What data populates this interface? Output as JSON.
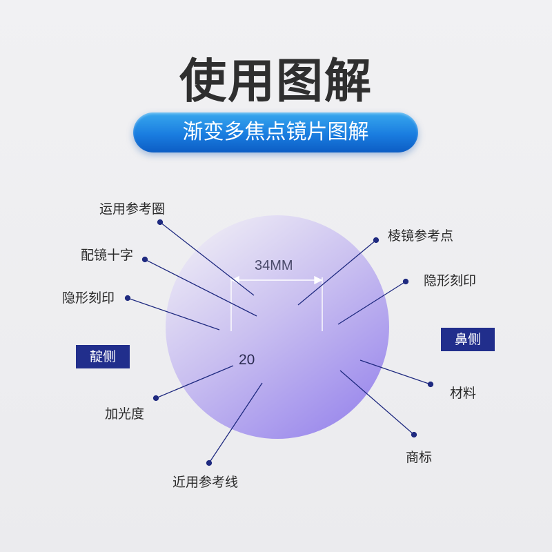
{
  "title": "使用图解",
  "subtitle": "渐变多焦点镜片图解",
  "lens": {
    "width_label": "34MM",
    "addition_number": "20"
  },
  "sides": {
    "temporal": "靛侧",
    "nasal": "鼻侧"
  },
  "labels": {
    "reference_circle": "运用参考圈",
    "fitting_cross": "配镜十字",
    "hidden_mark_left": "隐形刻印",
    "addition_power": "加光度",
    "near_reference_line": "近用参考线",
    "prism_reference_point": "棱镜参考点",
    "hidden_mark_right": "隐形刻印",
    "material": "材料",
    "trademark": "商标"
  },
  "colors": {
    "leader_line": "#1f2a80",
    "lens_light": "#e9e5f5",
    "lens_dark": "#9d8cec",
    "badge": "#212e8c",
    "pill": "#1a7de0"
  }
}
